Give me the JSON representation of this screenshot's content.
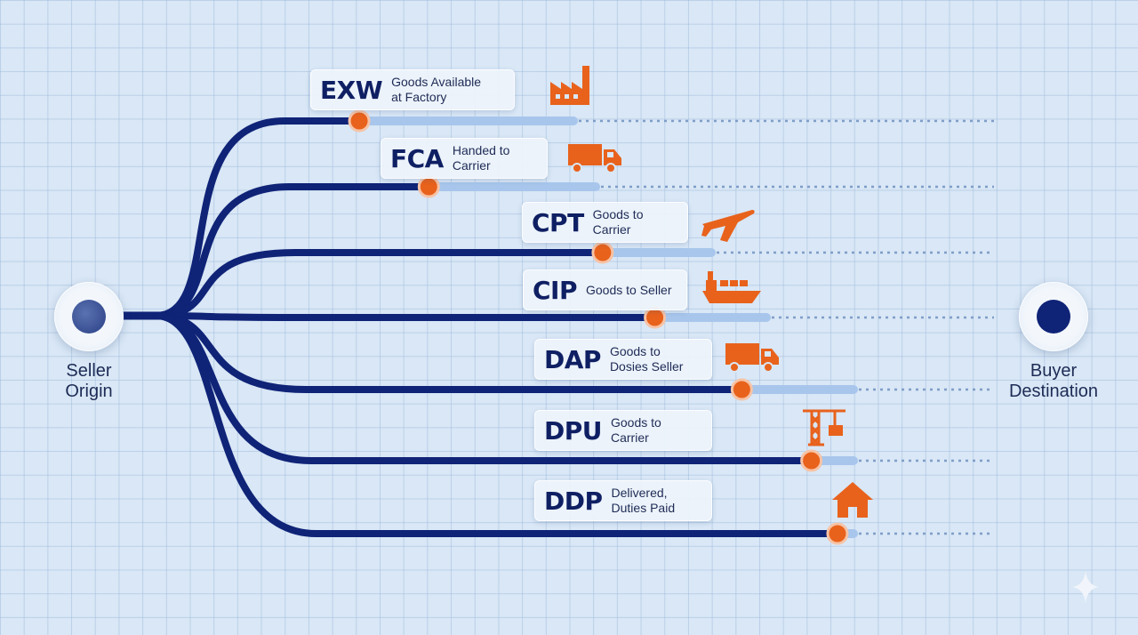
{
  "diagram": {
    "origin": {
      "label": "Seller\nOrigin"
    },
    "destination": {
      "label": "Buyer\nDestination"
    },
    "terms": [
      {
        "code": "EXW",
        "description": "Goods Available\nat Factory",
        "icon": "factory-icon",
        "risk_transfer_progress": 0.27
      },
      {
        "code": "FCA",
        "description": "Handed to Carrier",
        "icon": "truck-icon",
        "risk_transfer_progress": 0.35
      },
      {
        "code": "CPT",
        "description": "Goods to Carrier",
        "icon": "airplane-icon",
        "risk_transfer_progress": 0.55
      },
      {
        "code": "CIP",
        "description": "Goods to Seller",
        "icon": "ship-icon",
        "risk_transfer_progress": 0.61
      },
      {
        "code": "DAP",
        "description": "Goods to Dosies Seller",
        "icon": "truck-icon",
        "risk_transfer_progress": 0.71
      },
      {
        "code": "DPU",
        "description": "Goods to Carrier",
        "icon": "crane-icon",
        "risk_transfer_progress": 0.79
      },
      {
        "code": "DDP",
        "description": "Delivered, Duties Paid",
        "icon": "house-icon",
        "risk_transfer_progress": 0.82
      }
    ],
    "colors": {
      "route": "#0f2377",
      "accent": "#e8621c",
      "faded_route": "#a8c6ec",
      "dotted": "#7f9ec8"
    }
  }
}
